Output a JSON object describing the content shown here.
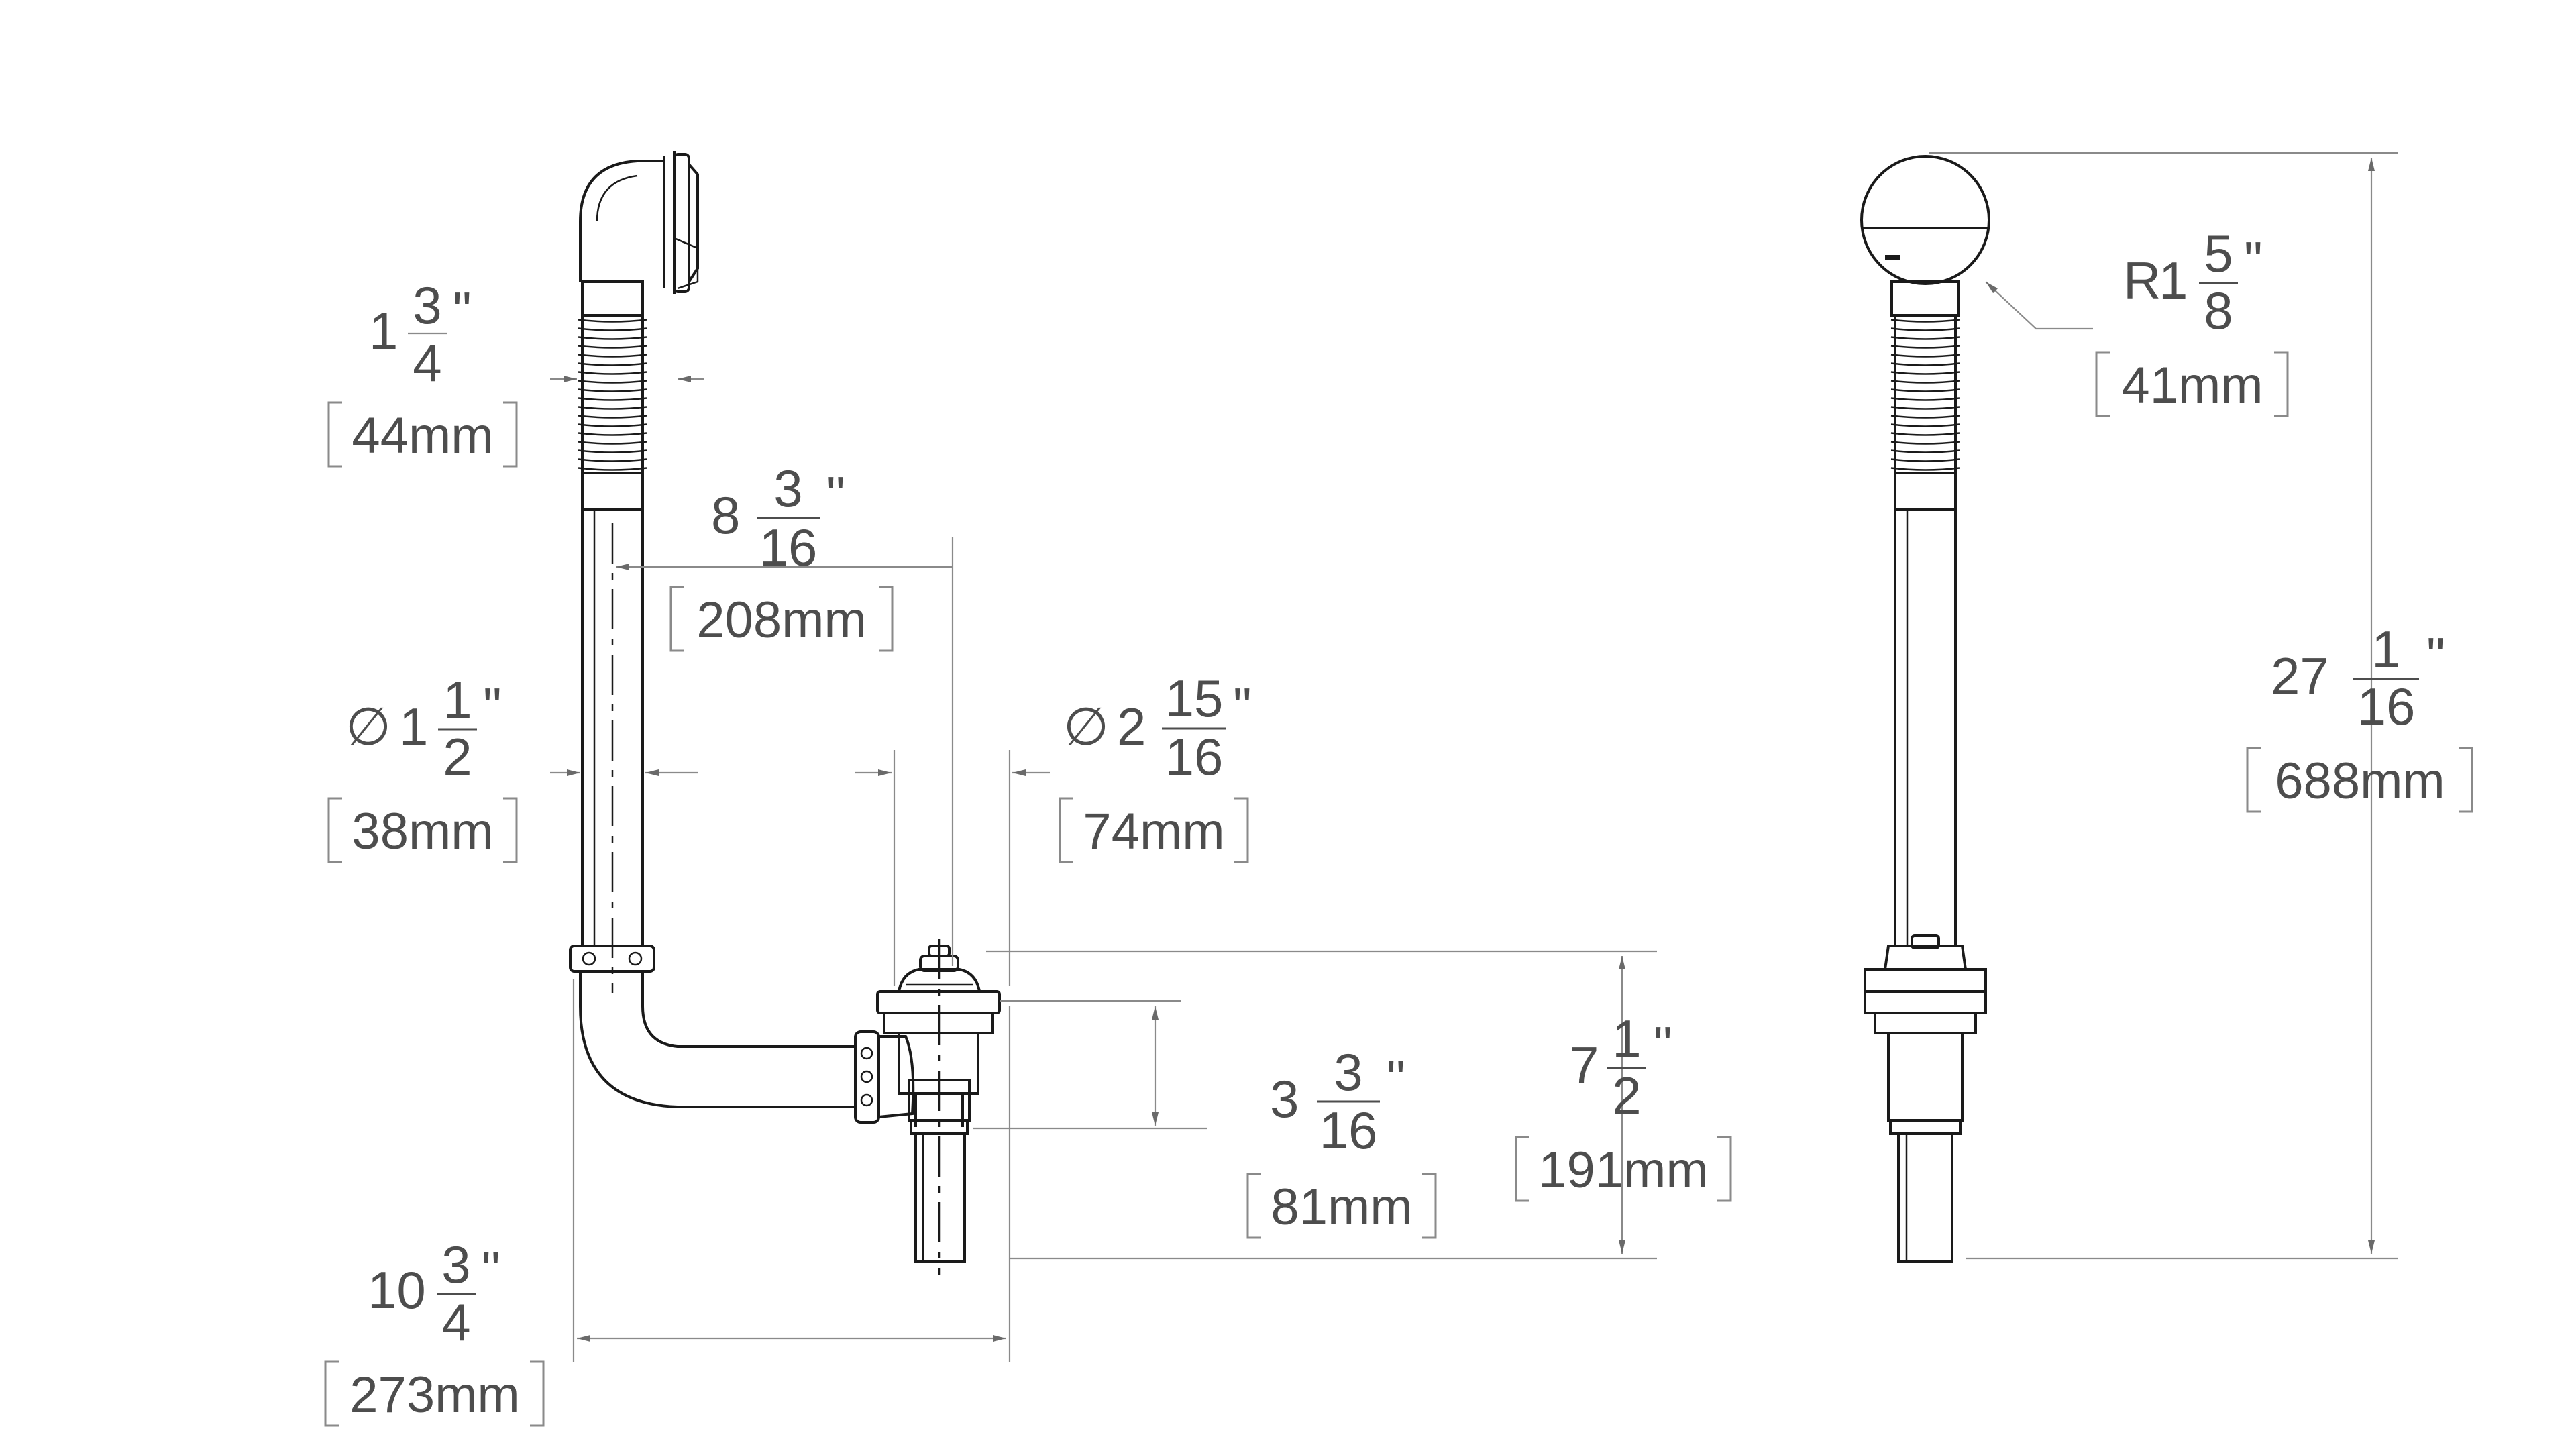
{
  "dimensions": {
    "overflow_tube": {
      "whole": "1",
      "num": "3",
      "den": "4",
      "unit": "\"",
      "mm": "44mm"
    },
    "centerline_offset": {
      "whole": "8",
      "num": "3",
      "den": "16",
      "unit": "\"",
      "mm": "208mm"
    },
    "pipe_diameter": {
      "symbol": "∅",
      "whole": "1",
      "num": "1",
      "den": "2",
      "unit": "\"",
      "mm": "38mm"
    },
    "drain_diameter": {
      "symbol": "∅",
      "whole": "2",
      "num": "15",
      "den": "16",
      "unit": "\"",
      "mm": "74mm"
    },
    "drain_body_height": {
      "whole": "3",
      "num": "3",
      "den": "16",
      "unit": "\"",
      "mm": "81mm"
    },
    "drain_total_height": {
      "whole": "7",
      "num": "1",
      "den": "2",
      "unit": "\"",
      "mm": "191mm"
    },
    "overall_width": {
      "whole": "10",
      "num": "3",
      "den": "4",
      "unit": "\"",
      "mm": "273mm"
    },
    "faceplate_radius": {
      "prefix": "R",
      "whole": "1",
      "num": "5",
      "den": "8",
      "unit": "\"",
      "mm": "41mm"
    },
    "overall_height": {
      "whole": "27",
      "num": "1",
      "den": "16",
      "unit": "\"",
      "mm": "688mm"
    }
  },
  "colors": {
    "part_outline": "#1a1a1a",
    "dimension": "#8a8a8a",
    "text": "#4d4d4d"
  }
}
